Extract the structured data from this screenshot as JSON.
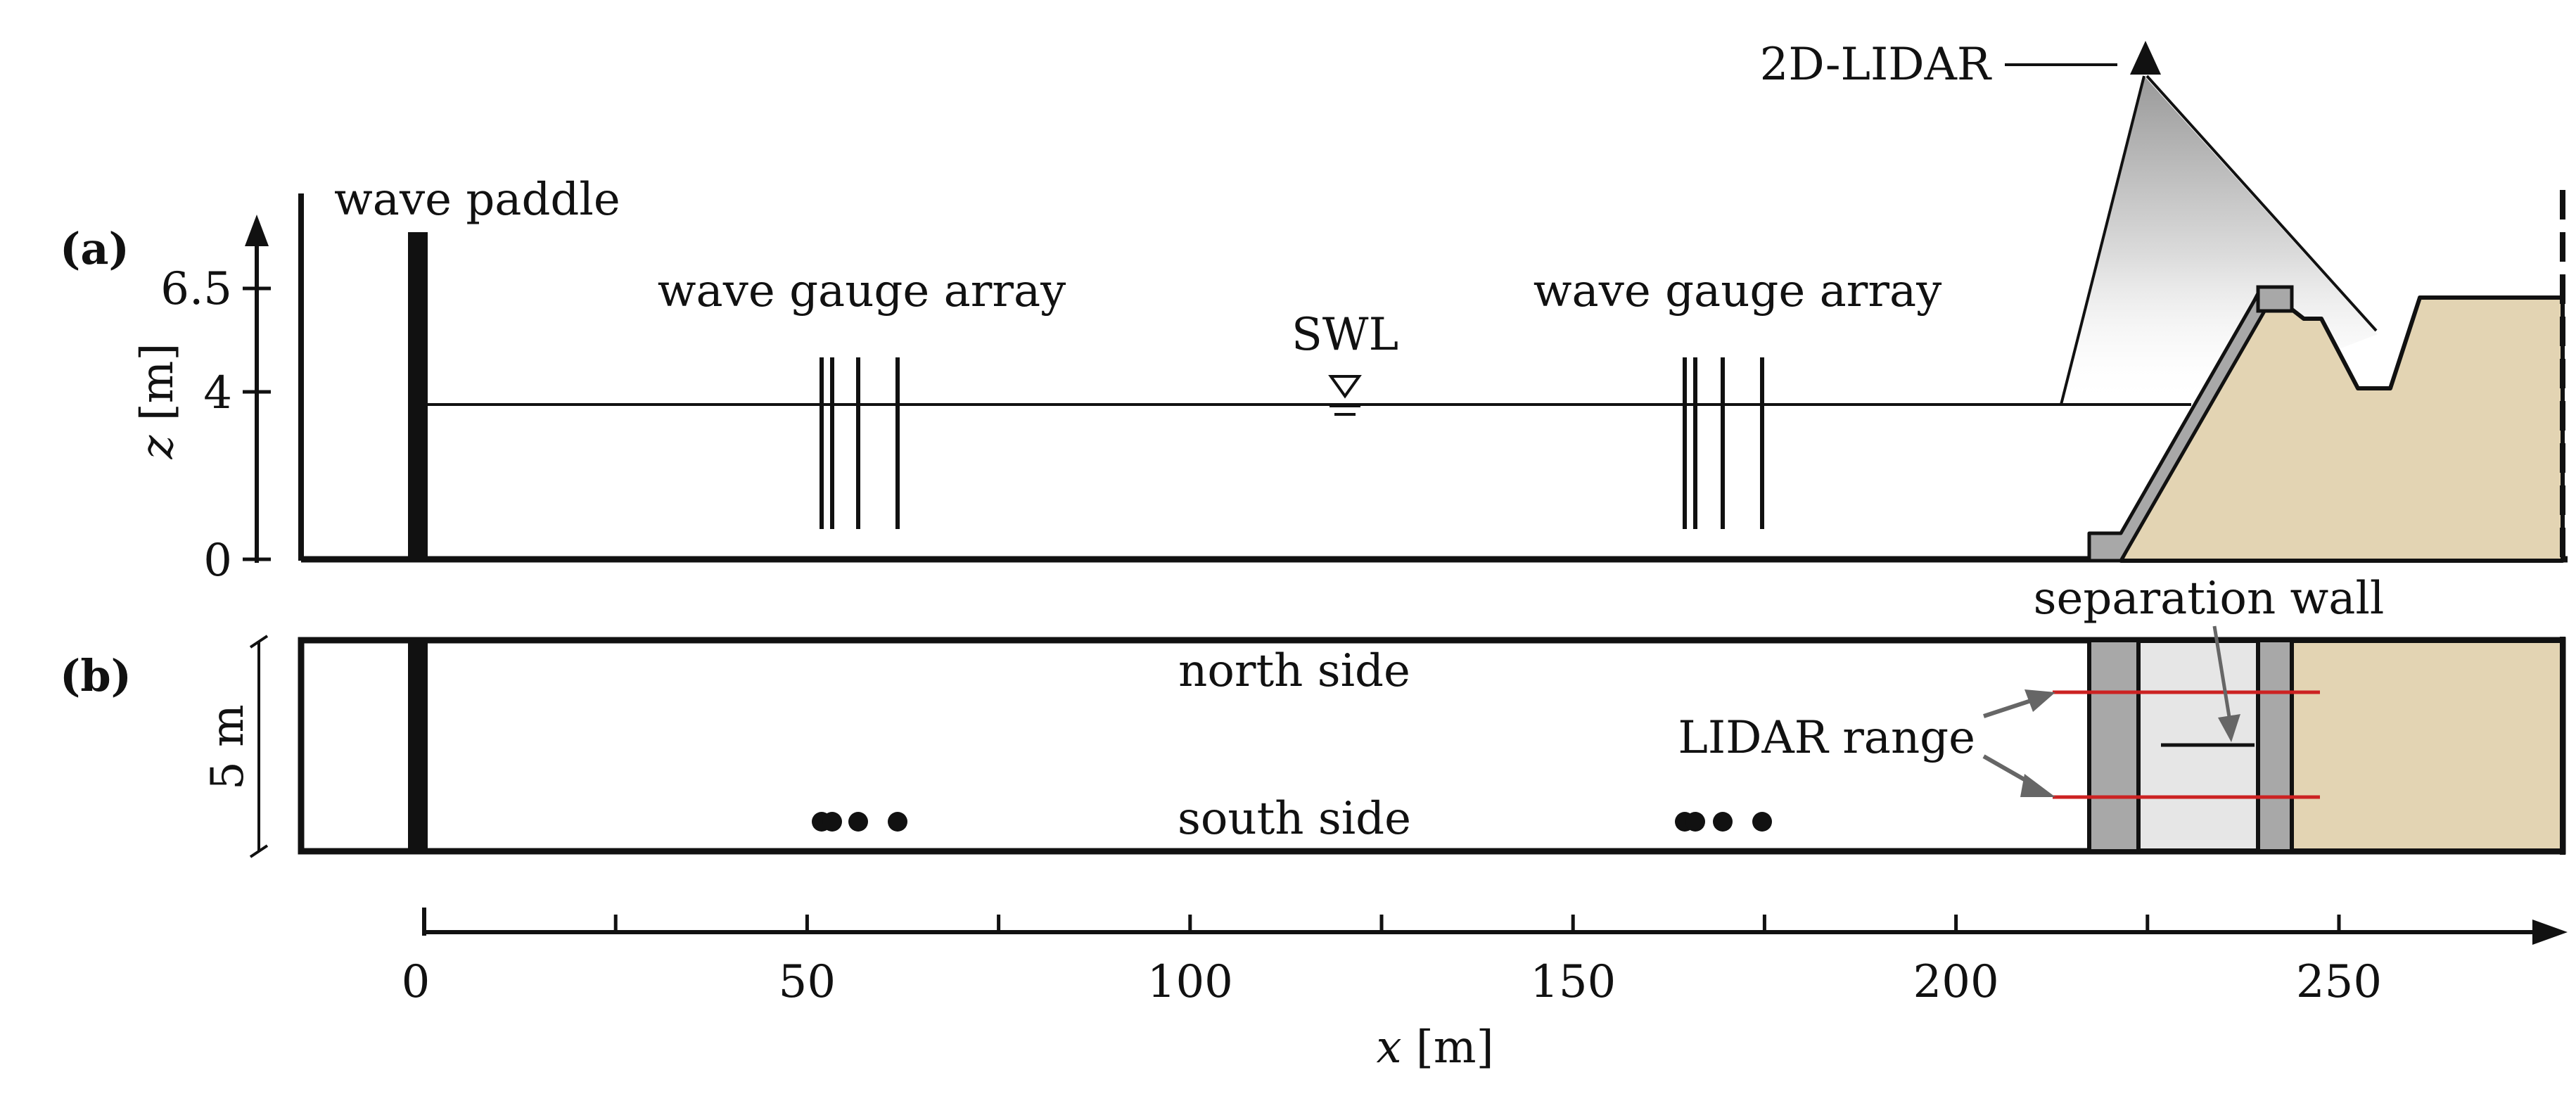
{
  "panels": {
    "a": {
      "label": "(a)"
    },
    "b": {
      "label": "(b)"
    }
  },
  "labels": {
    "lidar": "2D-LIDAR",
    "wave_paddle": "wave paddle",
    "gauge_array_1": "wave gauge array",
    "gauge_array_2": "wave gauge array",
    "swl": "SWL",
    "separation_wall": "separation wall",
    "north_side": "north side",
    "south_side": "south side",
    "lidar_range": "LIDAR range",
    "width": "5 m"
  },
  "axes": {
    "z": {
      "label_var": "z",
      "label_unit": " [m]",
      "ticks": [
        "0",
        "4",
        "6.5"
      ]
    },
    "x": {
      "label_var": "x",
      "label_unit": " [m]",
      "ticks": [
        "0",
        "50",
        "100",
        "150",
        "200",
        "250"
      ]
    }
  },
  "colors": {
    "ink": "#111111",
    "sand": "#e3d4b3",
    "concrete": "#a8a8a8",
    "light_gray": "#e6e6e6",
    "lidar_red": "#cc2222",
    "arrow_gray": "#666666"
  }
}
